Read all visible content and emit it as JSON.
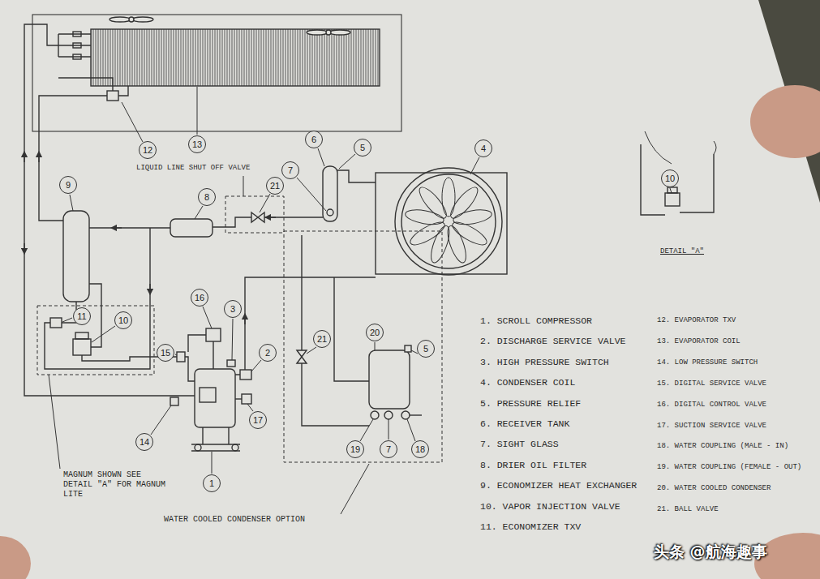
{
  "diagram": {
    "nodes": [
      {
        "text": [
          "6"
        ]
      },
      {
        "text": [
          "13"
        ]
      },
      {
        "text": [
          "5"
        ]
      },
      {
        "text": [
          "4"
        ]
      },
      {
        "text": [
          "12"
        ]
      },
      {
        "text": [
          "7"
        ]
      },
      {
        "text": [
          "10"
        ]
      },
      {
        "text": [
          "9"
        ]
      },
      {
        "text": [
          "21"
        ]
      },
      {
        "text": [
          "8"
        ]
      },
      {
        "text": [
          "16"
        ]
      },
      {
        "text": [
          "3"
        ]
      },
      {
        "text": [
          "11"
        ]
      },
      {
        "text": [
          "10"
        ]
      },
      {
        "text": [
          "20"
        ]
      },
      {
        "text": [
          "21"
        ]
      },
      {
        "text": [
          "5"
        ]
      },
      {
        "text": [
          "2"
        ]
      },
      {
        "text": [
          "15"
        ]
      },
      {
        "text": [
          "17"
        ]
      },
      {
        "text": [
          "14"
        ]
      },
      {
        "text": [
          "19"
        ]
      },
      {
        "text": [
          "7"
        ]
      },
      {
        "text": [
          "18"
        ]
      },
      {
        "text": [
          "1"
        ]
      }
    ],
    "labels": [
      "LIQUID LINE SHUT OFF VALVE",
      "MAGNUM SHOWN SEE DETAIL \"A\" FOR MAGNUM LITE",
      "WATER COOLED CONDENSER OPTION",
      "DETAIL \"A\"",
      "1. SCROLL COMPRESSOR",
      "2. DISCHARGE SERVICE VALVE",
      "3. HIGH PRESSURE SWITCH",
      "4. CONDENSER COIL",
      "5. PRESSURE RELIEF",
      "6. RECEIVER TANK",
      "7. SIGHT GLASS",
      "8. DRIER OIL FILTER",
      "9. ECONOMIZER HEAT EXCHANGER",
      "10. VAPOR INJECTION VALVE",
      "11. ECONOMIZER TXV",
      "12. EVAPORATOR TXV",
      "13. EVAPORATOR COIL",
      "14. LOW PRESSURE SWITCH",
      "15. DIGITAL SERVICE VALVE",
      "16. DIGITAL CONTROL VALVE",
      "17. SUCTION SERVICE VALVE",
      "18. WATER COUPLING (MALE - IN)",
      "19. WATER COUPLING (FEMALE - OUT)",
      "20. WATER COOLED CONDENSER",
      "21. BALL VALVE",
      "头条 @航海趣事"
    ]
  }
}
